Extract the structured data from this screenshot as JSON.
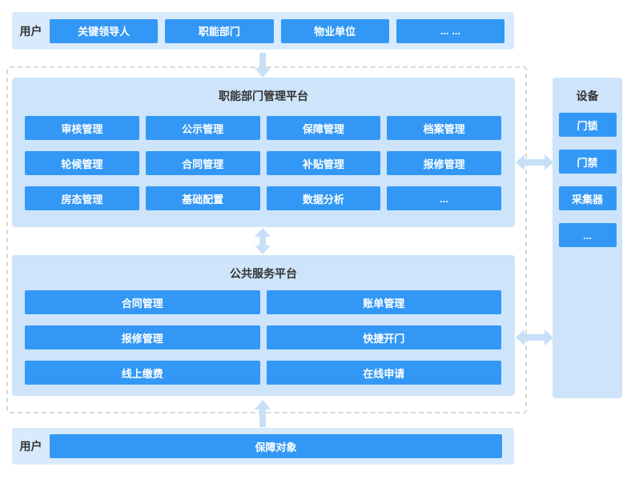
{
  "colors": {
    "primary_blue": "#3398f5",
    "panel_blue": "#cde4fa",
    "bar_blue": "#d9eafc",
    "arrow_blue": "#c7e0f8",
    "dashed_border": "#d8d8d8",
    "title_text": "#333333",
    "button_text": "#ffffff"
  },
  "top_bar": {
    "label": "用户",
    "buttons": [
      "关键领导人",
      "职能部门",
      "物业单位",
      "... ..."
    ]
  },
  "management_platform": {
    "title": "职能部门管理平台",
    "buttons": [
      "审核管理",
      "公示管理",
      "保障管理",
      "档案管理",
      "轮候管理",
      "合同管理",
      "补贴管理",
      "报修管理",
      "房态管理",
      "基础配置",
      "数据分析",
      "..."
    ]
  },
  "service_platform": {
    "title": "公共服务平台",
    "buttons": [
      "合同管理",
      "账单管理",
      "报修管理",
      "快捷开门",
      "线上缴费",
      "在线申请"
    ]
  },
  "device_panel": {
    "title": "设备",
    "buttons": [
      "门锁",
      "门禁",
      "采集器",
      "..."
    ]
  },
  "bottom_bar": {
    "label": "用户",
    "buttons": [
      "保障对象"
    ]
  }
}
